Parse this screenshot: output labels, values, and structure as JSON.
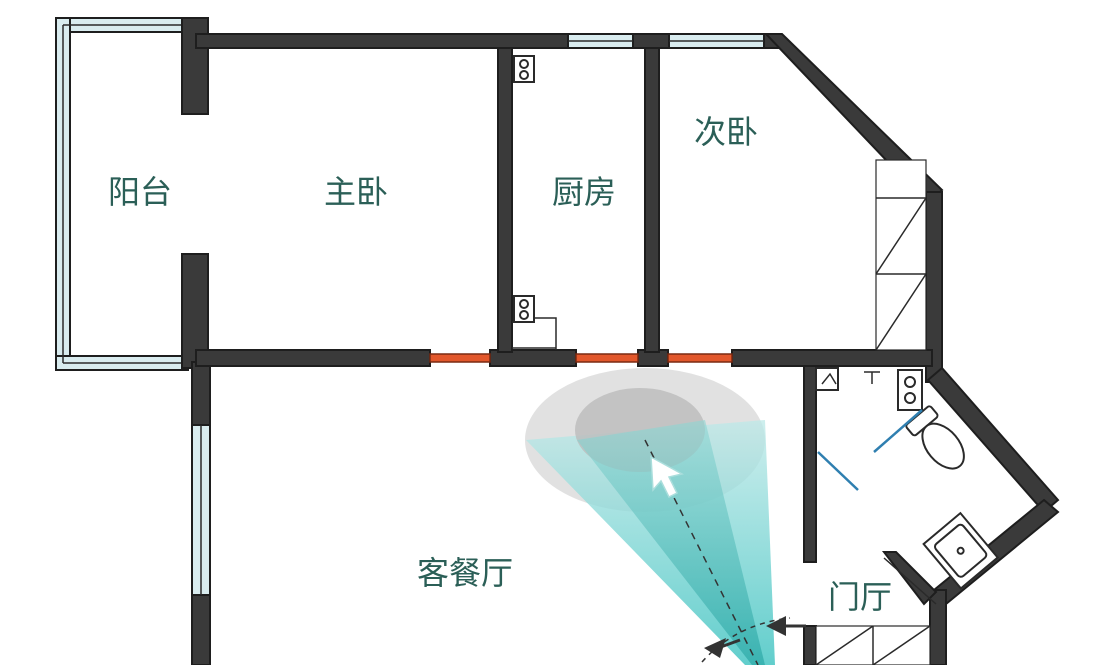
{
  "rooms": {
    "balcony": "阳台",
    "master_bedroom": "主卧",
    "kitchen": "厨房",
    "second_bedroom": "次卧",
    "living_dining": "客餐厅",
    "entrance_hall": "门厅"
  },
  "colors": {
    "wall": "#3a3a3a",
    "label": "#2b5f57",
    "door_accent": "#e2572b",
    "view_cone": "#3cc2c0",
    "view_disc": "#c8c8c8"
  },
  "icons": [
    "camera-view-cone-icon",
    "view-direction-arrow-icon",
    "entrance-arrow-icon"
  ]
}
